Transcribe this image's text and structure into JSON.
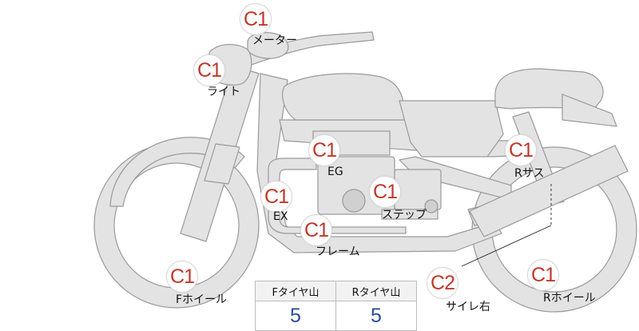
{
  "badges": {
    "meter": "C1",
    "light": "C1",
    "engine": "C1",
    "exhaust": "C1",
    "step": "C1",
    "frame": "C1",
    "front_wheel": "C1",
    "rear_suspension": "C1",
    "rear_wheel": "C1",
    "muffler_right": "C2"
  },
  "labels": {
    "meter": "メーター",
    "light": "ライト",
    "engine": "EG",
    "exhaust": "EX",
    "step": "ステップ",
    "frame": "フレーム",
    "front_wheel": "Fホイール",
    "rear_suspension": "Rサス",
    "rear_wheel": "Rホイール",
    "muffler_right": "サイレ右"
  },
  "tire_table": {
    "headers": [
      "Fタイヤ山",
      "Rタイヤ山"
    ],
    "values": [
      "5",
      "5"
    ]
  },
  "colors": {
    "badge_text": "#c0392b",
    "value_text": "#2a4d9c",
    "bike_fill": "#e3e3e3",
    "bike_stroke": "#9a9a9a"
  }
}
